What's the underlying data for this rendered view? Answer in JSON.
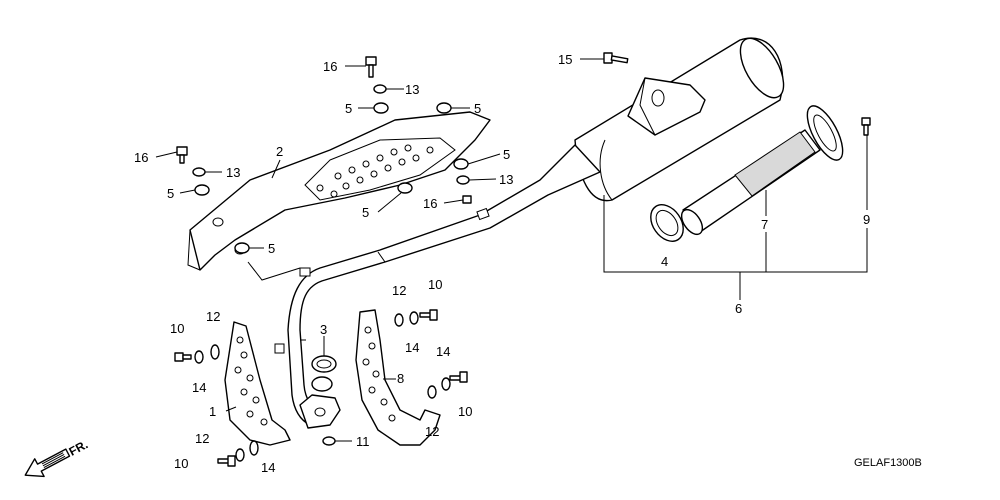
{
  "callouts": {
    "c1": "1",
    "c2": "2",
    "c3": "3",
    "c4": "4",
    "c5a": "5",
    "c5b": "5",
    "c5c": "5",
    "c5d": "5",
    "c5e": "5",
    "c5f": "5",
    "c6": "6",
    "c7": "7",
    "c8": "8",
    "c9": "9",
    "c10a": "10",
    "c10b": "10",
    "c10c": "10",
    "c10d": "10",
    "c11": "11",
    "c12a": "12",
    "c12b": "12",
    "c12c": "12",
    "c12d": "12",
    "c13a": "13",
    "c13b": "13",
    "c13c": "13",
    "c14a": "14",
    "c14b": "14",
    "c14c": "14",
    "c14d": "14",
    "c15": "15",
    "c16a": "16",
    "c16b": "16",
    "c16c": "16"
  },
  "front_indicator": "FR.",
  "diagram_code": "GELAF1300B"
}
